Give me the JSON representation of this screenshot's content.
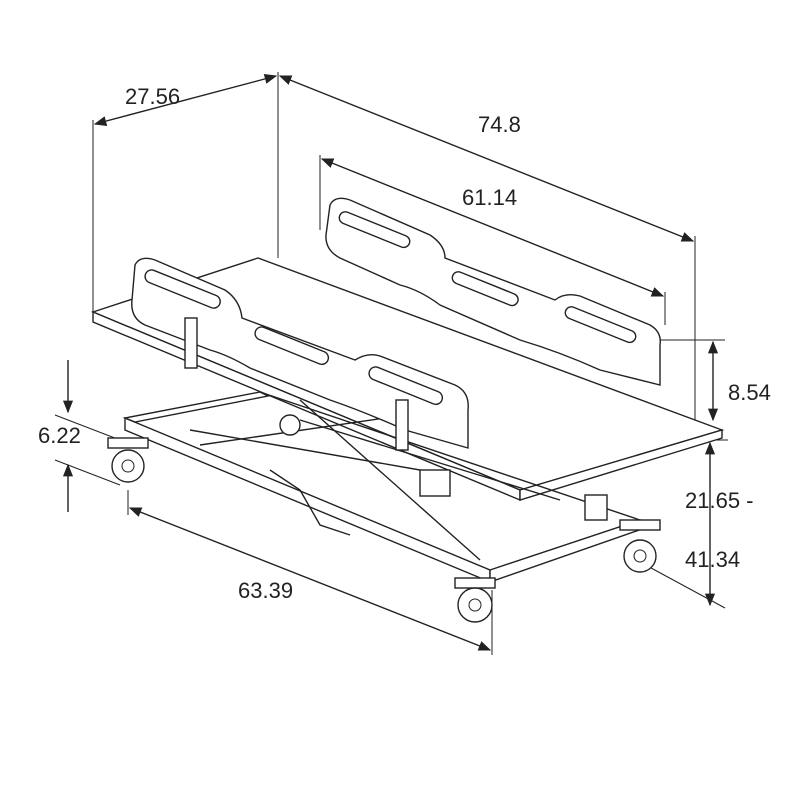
{
  "title": "Height-adjustable stretcher dimension drawing",
  "dimensions": {
    "width": "27.56",
    "overall_length": "74.8",
    "rail_length": "61.14",
    "rail_height": "8.54",
    "ground_clearance": "6.22",
    "height_range_min": "21.65 -",
    "height_range_max": "41.34",
    "base_length": "63.39"
  },
  "colors": {
    "line": "#222222",
    "background": "#ffffff"
  }
}
